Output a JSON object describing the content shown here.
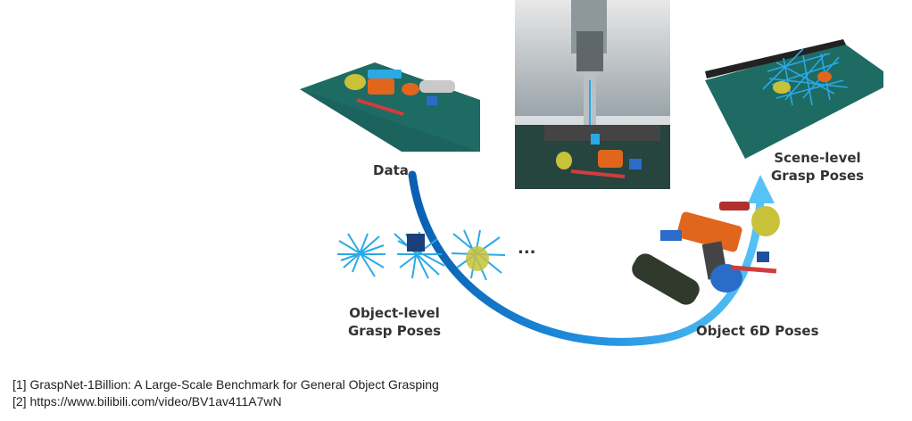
{
  "labels": {
    "data": "Data",
    "object_level_line1": "Object-level",
    "object_level_line2": "Grasp Poses",
    "object_6d": "Object 6D Poses",
    "scene_level_line1": "Scene-level",
    "scene_level_line2": "Grasp Poses",
    "ellipsis": "..."
  },
  "references": [
    "[1] GraspNet-1Billion: A Large-Scale Benchmark for General Object Grasping",
    "[2] https://www.bilibili.com/video/BV1av411A7wN"
  ],
  "colors": {
    "arrow_blue": "#1f8fe0",
    "grasp_cyan": "#2aa9e6",
    "table_green": "#1e6b63",
    "drill_orange": "#e0661e",
    "grasp_yellow": "#c8c23a"
  }
}
